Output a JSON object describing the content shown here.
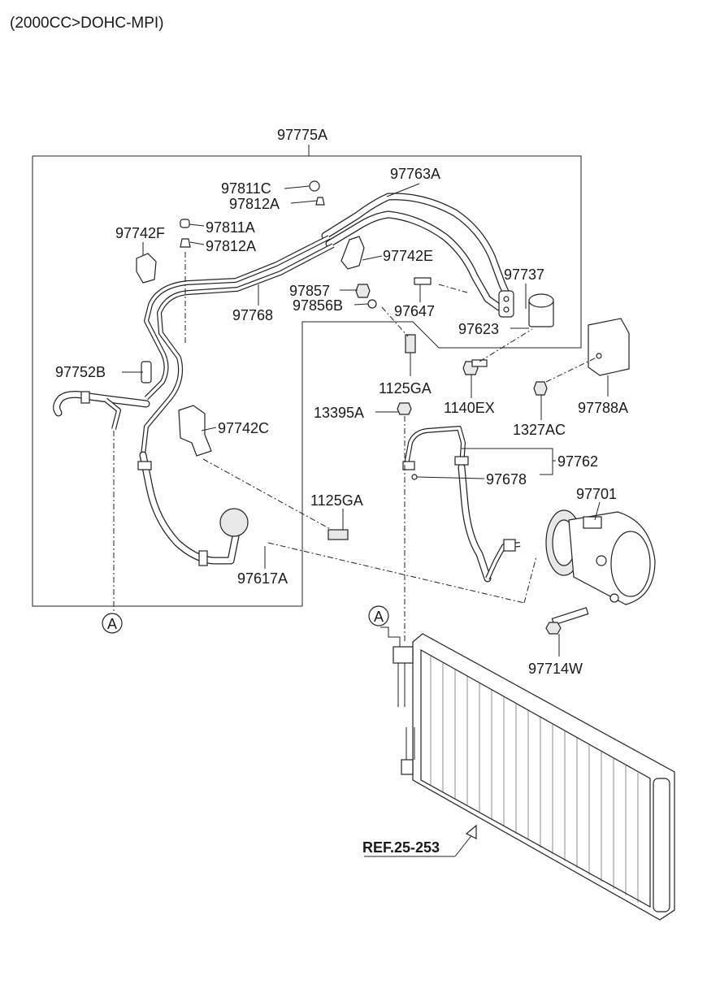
{
  "header": {
    "engine_spec": "(2000CC>DOHC-MPI)"
  },
  "parts": [
    "97775A",
    "97811C",
    "97812A",
    "97763A",
    "97811A",
    "97742F",
    "97812A",
    "97742E",
    "97737",
    "97857",
    "97856B",
    "97768",
    "97647",
    "97623",
    "1125GA",
    "97752B",
    "1140EX",
    "97788A",
    "13395A",
    "1327AC",
    "97742C",
    "97762",
    "97678",
    "97701",
    "1125GA",
    "97617A",
    "97714W"
  ],
  "connectors": {
    "left": "A",
    "right": "A"
  },
  "reference": {
    "label": "REF.25-253"
  }
}
